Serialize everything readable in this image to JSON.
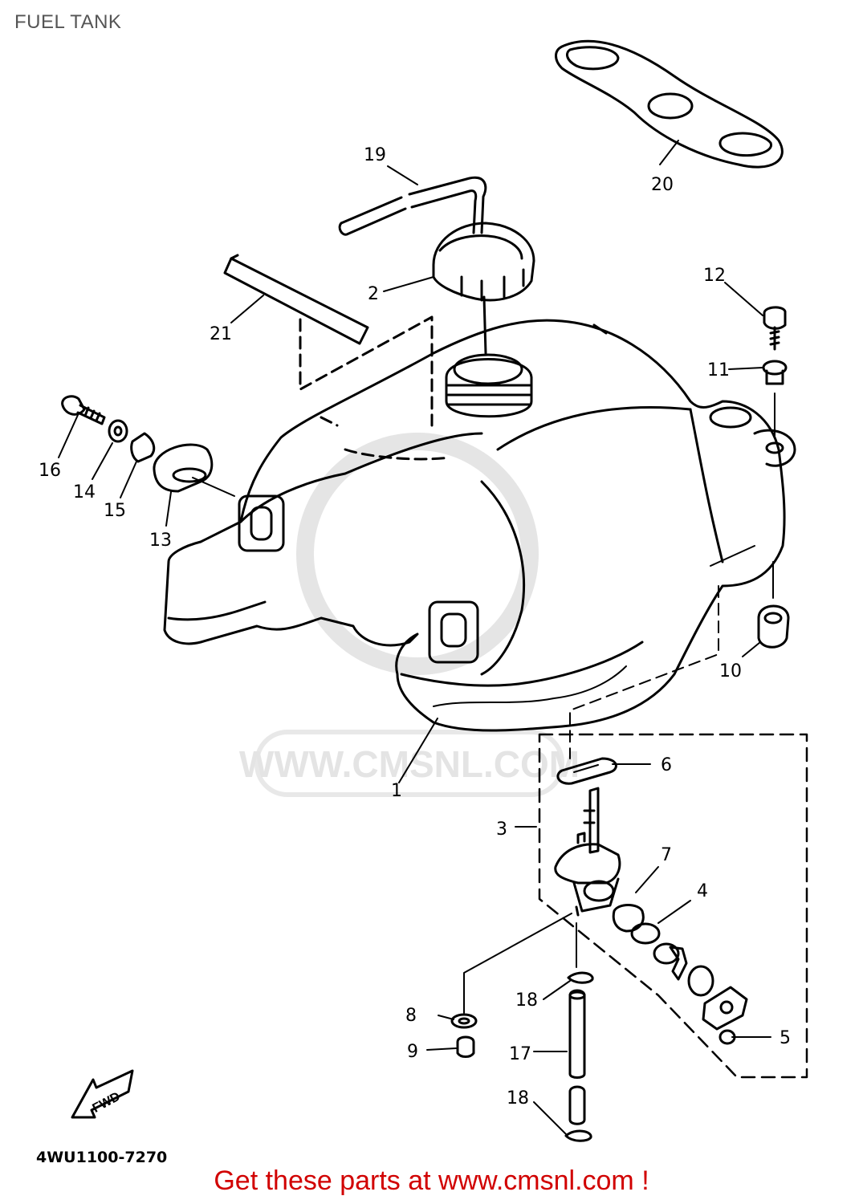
{
  "title": "FUEL TANK",
  "watermark": "WWW.CMSNL.COM",
  "part_code": "4WU1100-7270",
  "fwd_label": "FWD",
  "footer_link": "Get these parts at www.cmsnl.com !",
  "callouts": {
    "c1": "1",
    "c2": "2",
    "c3": "3",
    "c4": "4",
    "c5": "5",
    "c6": "6",
    "c7": "7",
    "c8": "8",
    "c9": "9",
    "c10": "10",
    "c11": "11",
    "c12": "12",
    "c13": "13",
    "c14": "14",
    "c15": "15",
    "c16": "16",
    "c17": "17",
    "c18a": "18",
    "c18b": "18",
    "c19": "19",
    "c20": "20",
    "c21": "21"
  }
}
